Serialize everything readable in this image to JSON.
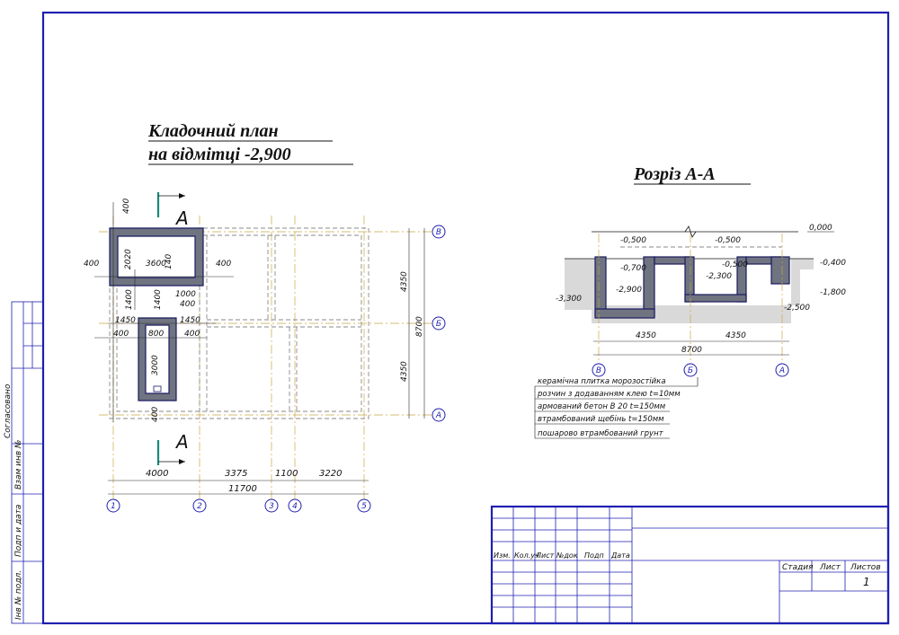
{
  "plan": {
    "title_line1": "Кладочний план",
    "title_line2": "на відмітці -2,900",
    "section_mark": "А",
    "dims_top": [
      "400",
      "2020",
      "3600",
      "140",
      "400"
    ],
    "dims_mid": [
      "400",
      "1400",
      "1000",
      "400",
      "1450",
      "1450",
      "400",
      "800",
      "400",
      "3000",
      "400"
    ],
    "dims_bottom": [
      "4000",
      "3375",
      "1100",
      "3220"
    ],
    "dim_total": "11700",
    "dims_right": [
      "4350",
      "8700",
      "4350"
    ],
    "axes_x": [
      "1",
      "2",
      "3",
      "4",
      "5"
    ],
    "axes_y": [
      "В",
      "Б",
      "А"
    ]
  },
  "section": {
    "title": "Розріз А-А",
    "levels": [
      "0,000",
      "-0,500",
      "-0,500",
      "-0,400",
      "-0,700",
      "-0,500",
      "-2,900",
      "-2,300",
      "-1,800",
      "-3,300",
      "-2,500"
    ],
    "dims": [
      "4350",
      "4350",
      "8700"
    ],
    "axes": [
      "В",
      "Б",
      "А"
    ],
    "layers": [
      "керамічна плитка морозостійка",
      "розчин з додаванням клею t=10мм",
      "армований бетон В 20  t=150мм",
      "втрамбований щебінь t=150мм",
      "пошарово втрамбований грунт"
    ]
  },
  "side_stamp": [
    "Інв № подл.",
    "Подп и дата",
    "Взам инв №",
    "Согласовано"
  ],
  "titleblock": {
    "cols": [
      "Изм.",
      "Кол.уч",
      "Лист",
      "№док",
      "Подп",
      "Дата"
    ],
    "stage_cols": [
      "Стадия",
      "Лист",
      "Листов"
    ],
    "sheets": "1"
  }
}
